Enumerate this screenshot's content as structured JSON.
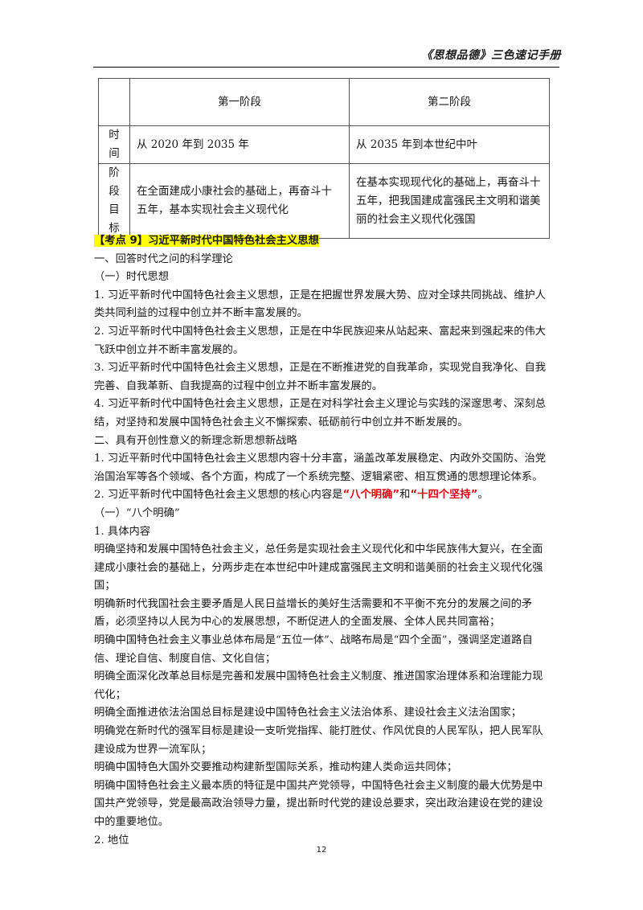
{
  "header": {
    "title": "《思想品德》三色速记手册"
  },
  "table": {
    "head": [
      "",
      "第一阶段",
      "第二阶段"
    ],
    "rows": [
      [
        "时间",
        "从 2020 年到 2035 年",
        "从 2035 年到本世纪中叶"
      ],
      [
        "阶段目标",
        "在全面建成小康社会的基础上，再奋斗十五年，基本实现社会主义现代化",
        "在基本实现现代化的基础上，再奋斗十五年，把我国建成富强民主文明和谐美丽的社会主义现代化强国"
      ]
    ]
  },
  "section": {
    "title": "【考点 9】习近平新时代中国特色社会主义思想",
    "lines": [
      "一、回答时代之问的科学理论",
      "（一）时代思想",
      "1. 习近平新时代中国特色社会主义思想，正是在把握世界发展大势、应对全球共同挑战、维护人类共同利益的过程中创立并不断丰富发展的。",
      "2. 习近平新时代中国特色社会主义思想，正是在中华民族迎来从站起来、富起来到强起来的伟大飞跃中创立并不断丰富发展的。",
      "3. 习近平新时代中国特色社会主义思想，正是在不断推进党的自我革命，实现党自我净化、自我完善、自我革新、自我提高的过程中创立并不断丰富发展的。",
      "4. 习近平新时代中国特色社会主义思想，正是在对科学社会主义理论与实践的深邃思考、深刻总结，对坚持和发展中国特色社会主义不懈探索、砥砺前行中创立并不断发展的。",
      "二、具有开创性意义的新理念新思想新战略",
      "1. 习近平新时代中国特色社会主义思想内容十分丰富，涵盖改革发展稳定、内政外交国防、治党治国治军等各个领域、各个方面，构成了一个系统完整、逻辑紧密、相互贯通的思想理论体系。"
    ],
    "core_prefix": "2. 习近平新时代中国特色社会主义思想的核心内容是",
    "core_red1": "“八个明确”",
    "core_mid": "和",
    "core_red2": "“十四个坚持”",
    "core_suffix": "。",
    "lines2": [
      "（一）“八个明确”",
      "1. 具体内容",
      "明确坚持和发展中国特色社会主义，总任务是实现社会主义现代化和中华民族伟大复兴，在全面建成小康社会的基础上，分两步走在本世纪中叶建成富强民主文明和谐美丽的社会主义现代化强国；",
      "明确新时代我国社会主要矛盾是人民日益增长的美好生活需要和不平衡不充分的发展之间的矛盾，必须坚持以人民为中心的发展思想，不断促进人的全面发展、全体人民共同富裕；",
      "明确中国特色社会主义事业总体布局是“五位一体”、战略布局是“四个全面”，强调坚定道路自信、理论自信、制度自信、文化自信；",
      "明确全面深化改革总目标是完善和发展中国特色社会主义制度、推进国家治理体系和治理能力现代化；",
      "明确全面推进依法治国总目标是建设中国特色社会主义法治体系、建设社会主义法治国家；",
      "明确党在新时代的强军目标是建设一支听党指挥、能打胜仗、作风优良的人民军队，把人民军队建设成为世界一流军队；",
      "明确中国特色大国外交要推动构建新型国际关系，推动构建人类命运共同体；",
      "明确中国特色社会主义最本质的特征是中国共产党领导，中国特色社会主义制度的最大优势是中国共产党领导，党是最高政治领导力量，提出新时代党的建设总要求，突出政治建设在党的建设中的重要地位。",
      "2. 地位"
    ]
  },
  "page_number": "12"
}
